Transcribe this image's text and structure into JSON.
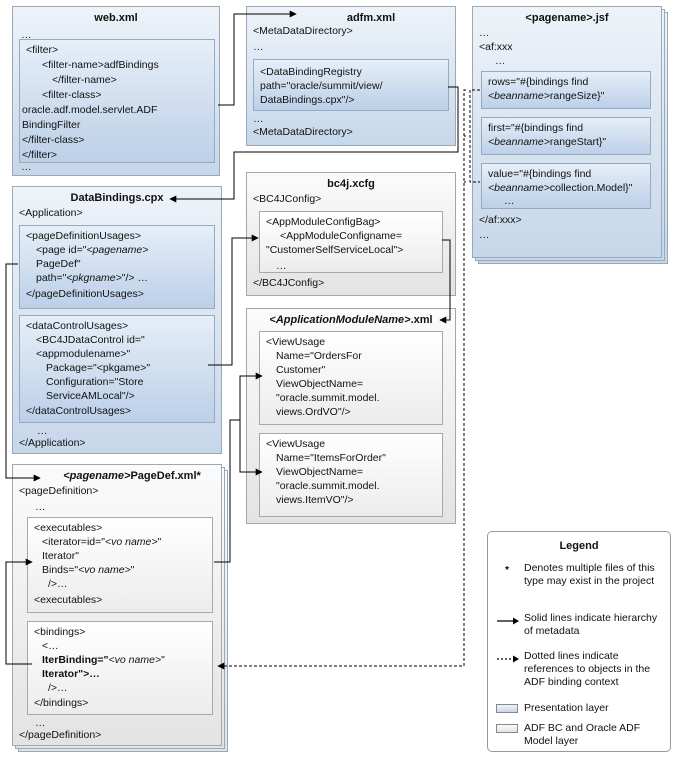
{
  "web_xml": {
    "title": "web.xml",
    "lines": [
      "…",
      "<filter>",
      "<filter-name>adfBindings",
      "</filter-name>",
      "<filter-class>",
      "oracle.adf.model.servlet.ADF",
      "BindingFilter",
      "</filter-class>",
      "</filter>",
      "…"
    ]
  },
  "adfm_xml": {
    "title": "adfm.xml",
    "lines": [
      "<MetaDataDirectory>",
      "…",
      "<DataBindingRegistry",
      "path=\"oracle/summit/view/",
      "DataBindings.cpx\"/>",
      "…",
      "<MetaDataDirectory>"
    ]
  },
  "pagename_jsf": {
    "title": "<pagename>.jsf",
    "lines": [
      "…",
      "<af:xxx",
      "…",
      "…",
      "</af:xxx>",
      "…"
    ],
    "rows_attr": [
      "rows=\"#{bindings find",
      "rangeSize}\""
    ],
    "first_attr": [
      "first=\"#{bindings find",
      "rangeStart}\""
    ],
    "value_attr": [
      "value=\"#{bindings find",
      "collection.Model}\""
    ],
    "beanname": "<beanname>",
    "rows_more": "…"
  },
  "databindings_cpx": {
    "title": "DataBindings.cpx",
    "lines": [
      "<Application>",
      "…",
      "</Application>"
    ],
    "usage1": [
      "<pageDefinitionUsages>",
      "<page id=\"",
      "PageDef\"",
      "path=\"",
      "\"/> …",
      "</pageDefinitionUsages>"
    ],
    "pagename": "<pagename>",
    "pkgname": "<pkgname>",
    "usage2": [
      "<dataControlUsages>",
      "<BC4JDataControl id=\"",
      "<appmodulename>\"",
      "Package=\"<pkgame>\"",
      "Configuration=\"Store",
      "ServiceAMLocal\"/>",
      "</dataControlUsages>"
    ]
  },
  "bc4j_xcfg": {
    "title": "bc4j.xcfg",
    "lines": [
      "<BC4JConfig>",
      "</BC4JConfig>"
    ],
    "inner": [
      "<AppModuleConfigBag>",
      "<AppModuleConfigname=",
      "\"CustomerSelfServiceLocal\">",
      "…"
    ]
  },
  "appmodule_xml": {
    "title_var": "<ApplicationModuleName>",
    "title_ext": ".xml",
    "view1": [
      "<ViewUsage",
      "Name=\"OrdersFor",
      "Customer\"",
      "ViewObjectName=",
      "\"oracle.summit.model.",
      "views.OrdVO\"/>"
    ],
    "view2": [
      "<ViewUsage",
      "Name=\"ItemsForOrder\"",
      "ViewObjectName=",
      "\"oracle.summit.model.",
      "views.ItemVO\"/>"
    ]
  },
  "pagedef_xml": {
    "title_var": "<pagename>",
    "title_ext": "PageDef.xml*",
    "lines": [
      "<pageDefinition>",
      "…",
      "…",
      "</pageDefinition>"
    ],
    "executables": [
      "<executables>",
      "<iterator=id=\"",
      "Iterator\"",
      "Binds=\"",
      "\"",
      "/>…",
      "<executables>"
    ],
    "vo_name": "<vo name>",
    "bindings": [
      "<bindings>",
      "<…",
      "IterBinding=\"",
      "Iterator\">…",
      "/>…",
      "</bindings>"
    ]
  },
  "legend": {
    "title": "Legend",
    "items": [
      {
        "mark": "*",
        "text": "Denotes multiple files of this type may exist in the project"
      },
      {
        "mark": "solid-arrow",
        "text": "Solid lines indicate hierarchy of metadata"
      },
      {
        "mark": "dotted-arrow",
        "text": "Dotted lines indicate references to objects in the ADF binding context"
      },
      {
        "mark": "blue-swatch",
        "text": "Presentation layer"
      },
      {
        "mark": "gray-swatch",
        "text": "ADF BC and Oracle ADF Model layer"
      }
    ]
  },
  "colors": {
    "presentation": "#c6d7ea",
    "model": "#e3e3e3",
    "line": "#000000"
  }
}
